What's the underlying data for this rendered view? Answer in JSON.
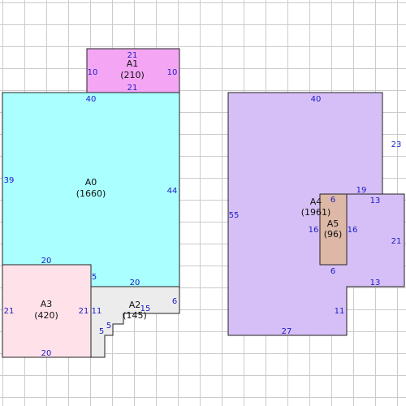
{
  "colors": {
    "grid": "#cccccc",
    "A0": "#aaffff",
    "A1": "#f4a6f4",
    "A2": "#ececec",
    "A3": "#ffe1ea",
    "A4": "#d6bff6",
    "A5": "#ddb8a6"
  },
  "rooms": {
    "A0": {
      "name": "A0",
      "area": "(1660)"
    },
    "A1": {
      "name": "A1",
      "area": "(210)"
    },
    "A2": {
      "name": "A2",
      "area": "(145)"
    },
    "A3": {
      "name": "A3",
      "area": "(420)"
    },
    "A4": {
      "name": "A4",
      "area": "(1961)"
    },
    "A5": {
      "name": "A5",
      "area": "(96)"
    }
  },
  "dims": {
    "A1": {
      "top": "21",
      "left": "10",
      "right": "10",
      "bottom": "21"
    },
    "A0": {
      "top": "40",
      "left": "39",
      "right": "44",
      "bottom": "20",
      "inner_right": "5"
    },
    "A2": {
      "right": "6",
      "left": "11",
      "step_left": "5",
      "step_bottom": "5",
      "bottom": "15"
    },
    "A3": {
      "top": "20",
      "left": "21",
      "right": "21",
      "bottom": "20"
    },
    "A4": {
      "top": "40",
      "left": "55",
      "upper_right": "23",
      "notch_top": "19",
      "right_top": "13",
      "right": "21",
      "right_bottom": "13",
      "bottom_right": "11",
      "bottom": "27"
    },
    "A5": {
      "top": "6",
      "left": "16",
      "right": "16",
      "bottom": "6"
    }
  }
}
